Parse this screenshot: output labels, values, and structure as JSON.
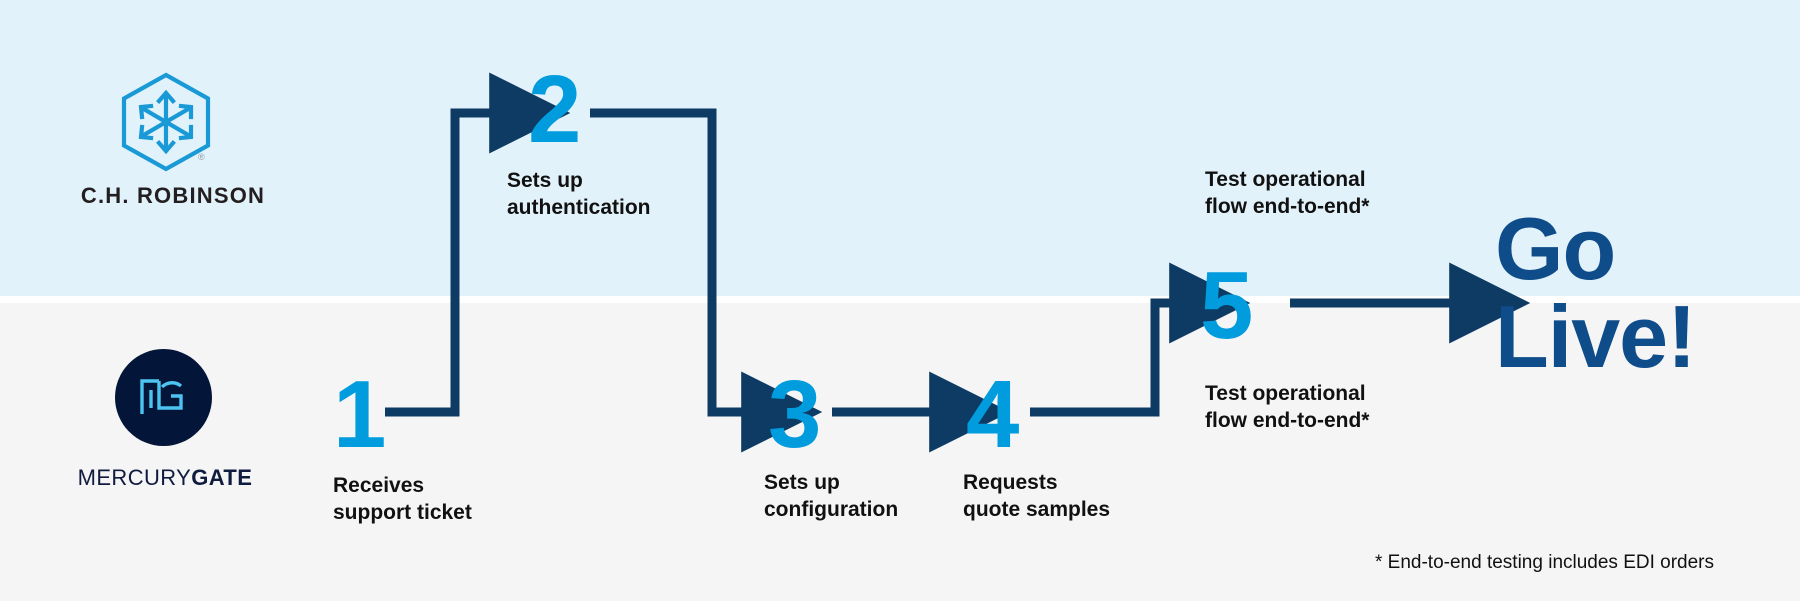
{
  "theme": {
    "band_top_color": "#e2f2fb",
    "band_bottom_color": "#f5f5f6",
    "accent_blue": "#009cde",
    "navy": "#0d3b63",
    "golive_blue": "#0e4c8a",
    "text_color": "#111111"
  },
  "lanes": {
    "top_owner": "C.H. ROBINSON",
    "bottom_owner": "MERCURYGATE"
  },
  "logos": {
    "chrobinson": {
      "name": "C.H. ROBINSON",
      "registered_mark": "®",
      "icon": "cube-arrows-icon"
    },
    "mercurygate": {
      "name_thin": "MERCURY",
      "name_bold": "GATE",
      "icon": "mg-monogram-icon"
    }
  },
  "steps": [
    {
      "number": "1",
      "label": "Receives\nsupport ticket",
      "lane": "bottom"
    },
    {
      "number": "2",
      "label": "Sets up\nauthentication",
      "lane": "top"
    },
    {
      "number": "3",
      "label": "Sets up\nconfiguration",
      "lane": "bottom"
    },
    {
      "number": "4",
      "label": "Requests\nquote samples",
      "lane": "bottom"
    },
    {
      "number": "5",
      "label_above": "Test operational\nflow end-to-end*",
      "label_below": "Test operational\nflow end-to-end*",
      "lane": "both"
    }
  ],
  "final": {
    "text": "Go\nLive!"
  },
  "footnote": {
    "text": "* End-to-end testing includes EDI orders"
  },
  "chart_data": {
    "type": "diagram",
    "title": "Onboarding process flow",
    "nodes": [
      {
        "id": "1",
        "label": "Receives support ticket",
        "owner": "MercuryGate"
      },
      {
        "id": "2",
        "label": "Sets up authentication",
        "owner": "C.H. Robinson"
      },
      {
        "id": "3",
        "label": "Sets up configuration",
        "owner": "MercuryGate"
      },
      {
        "id": "4",
        "label": "Requests quote samples",
        "owner": "MercuryGate"
      },
      {
        "id": "5",
        "label": "Test operational flow end-to-end*",
        "owner": "Both"
      },
      {
        "id": "go-live",
        "label": "Go Live!",
        "owner": "Both"
      }
    ],
    "edges": [
      {
        "from": "1",
        "to": "2"
      },
      {
        "from": "2",
        "to": "3"
      },
      {
        "from": "3",
        "to": "4"
      },
      {
        "from": "4",
        "to": "5"
      },
      {
        "from": "5",
        "to": "go-live"
      }
    ]
  }
}
